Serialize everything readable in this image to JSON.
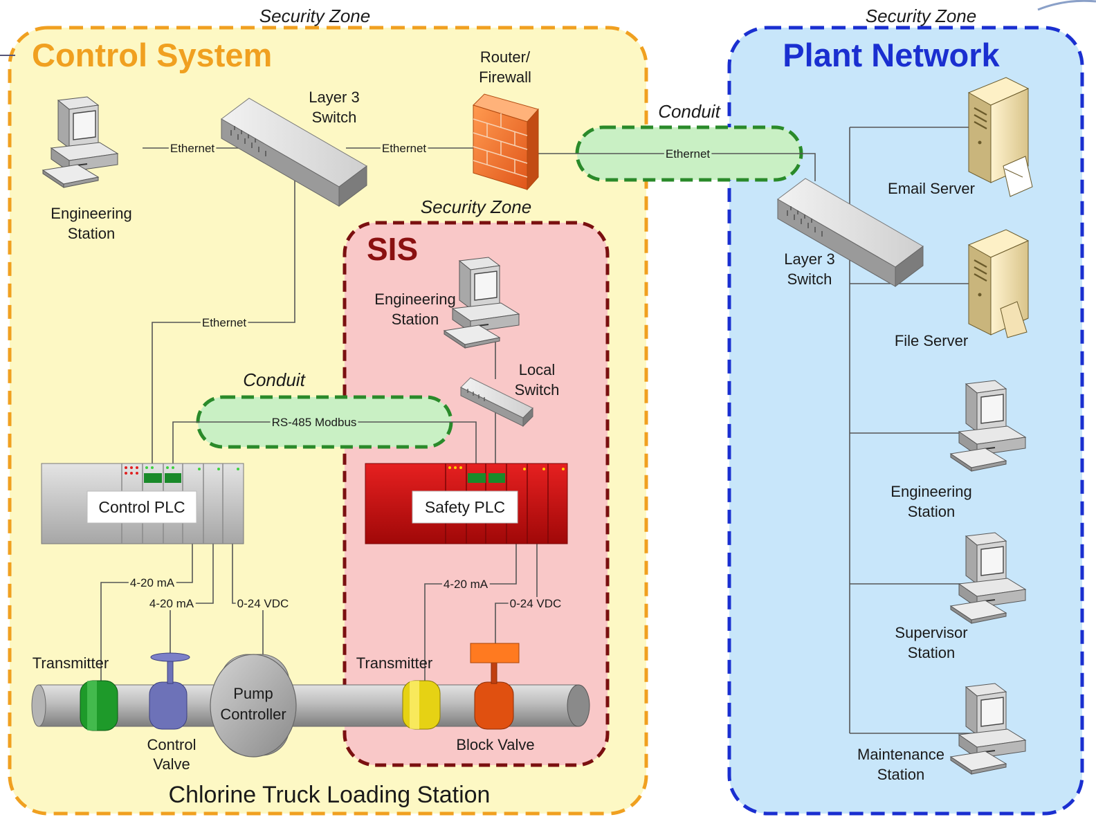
{
  "zones": {
    "control": {
      "caption": "Security Zone",
      "title": "Control System",
      "footer": "Chlorine Truck Loading Station"
    },
    "sis": {
      "caption": "Security Zone",
      "title": "SIS"
    },
    "plant": {
      "caption": "Security Zone",
      "title": "Plant Network"
    }
  },
  "conduits": {
    "top": "Conduit",
    "bottom": "Conduit"
  },
  "devices": {
    "cs_eng_station": [
      "Engineering",
      "Station"
    ],
    "cs_switch": [
      "Layer 3",
      "Switch"
    ],
    "firewall": [
      "Router/",
      "Firewall"
    ],
    "sis_eng_station": [
      "Engineering",
      "Station"
    ],
    "local_switch": [
      "Local",
      "Switch"
    ],
    "control_plc": "Control PLC",
    "safety_plc": "Safety PLC",
    "pn_switch": [
      "Layer 3",
      "Switch"
    ],
    "email_server": "Email Server",
    "file_server": "File Server",
    "pn_eng_station": [
      "Engineering",
      "Station"
    ],
    "supervisor_station": [
      "Supervisor",
      "Station"
    ],
    "maintenance_station": [
      "Maintenance",
      "Station"
    ],
    "transmitter_cs": "Transmitter",
    "transmitter_sis": "Transmitter",
    "control_valve": [
      "Control",
      "Valve"
    ],
    "pump": [
      "Pump",
      "Controller"
    ],
    "block_valve": "Block Valve"
  },
  "links": {
    "eth_eng_switch": "Ethernet",
    "eth_switch_fw": "Ethernet",
    "eth_conduit": "Ethernet",
    "eth_plc": "Ethernet",
    "modbus": "RS-485 Modbus",
    "ma1": "4-20 mA",
    "ma2": "4-20 mA",
    "vdc1": "0-24 VDC",
    "ma_sis": "4-20 mA",
    "vdc_sis": "0-24 VDC"
  },
  "colors": {
    "control_zone_fill": "#fdf8c4",
    "control_zone_border": "#f0a020",
    "control_title": "#f0a020",
    "sis_zone_fill": "#f9c8c8",
    "sis_zone_border": "#7a1010",
    "sis_title": "#8a1010",
    "plant_zone_fill": "#c8e6fa",
    "plant_zone_border": "#1a2fd0",
    "plant_title": "#1a2fd0",
    "conduit_fill": "#c9f0c4",
    "conduit_border": "#2a8a2a"
  }
}
